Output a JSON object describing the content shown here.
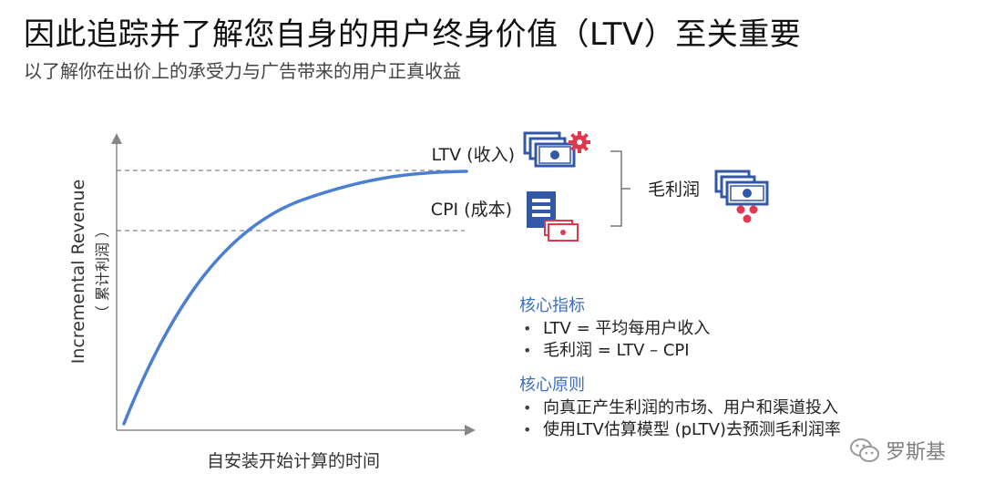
{
  "header": {
    "title": "因此追踪并了解您自身的用户终身价值（LTV）至关重要",
    "subtitle": "以了解你在出价上的承受力与广告带来的用户正真收益"
  },
  "diagram": {
    "y_axis_label": "Incremental Revenue",
    "y_axis_sublabel": "（ 累计利润 ）",
    "x_axis_label": "自安装开始计算的时间",
    "ltv_label": "LTV (收入)",
    "cpi_label": "CPI (成本)",
    "profit_label": "毛利润",
    "curve_color": "#4a7fd4",
    "icon_blue": "#3358a8",
    "icon_red": "#e0384f"
  },
  "panel": {
    "key_metrics_heading": "核心指标",
    "key_metrics": [
      "LTV = 平均每用户收入",
      "毛利润 = LTV – CPI"
    ],
    "principles_heading": "核心原则",
    "principles": [
      "向真正产生利润的市场、用户和渠道投入",
      "使用LTV估算模型 (pLTV)去预测毛利润率"
    ]
  },
  "watermark": {
    "text": "罗斯基"
  }
}
